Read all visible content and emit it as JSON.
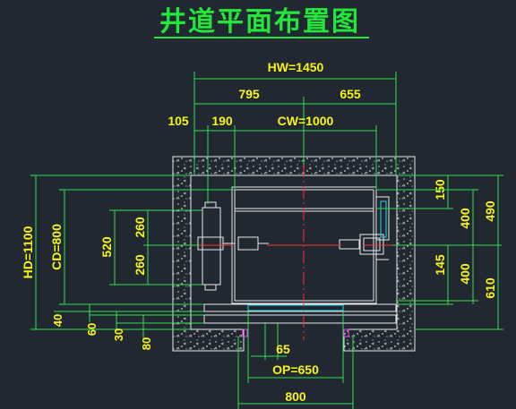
{
  "title": "井道平面布置图",
  "dims": {
    "hw": "HW=1450",
    "left_part": "795",
    "right_part": "655",
    "d105": "105",
    "d190": "190",
    "cw": "CW=1000",
    "hd": "HD=1100",
    "cd": "CD=800",
    "d520": "520",
    "d260_top": "260",
    "d260_bot": "260",
    "d40": "40",
    "d60": "60",
    "d30": "30",
    "d80": "80",
    "d150": "150",
    "d400_top": "400",
    "d490": "490",
    "d145": "145",
    "d400_bot": "400",
    "d610": "610",
    "d65": "65",
    "op": "OP=650",
    "d800": "800"
  },
  "colors": {
    "background": "#222831",
    "dimension_lines": "#2ee04a",
    "dimension_text": "#f5f51a",
    "title": "#22e63a",
    "walls": "#e8e8e8",
    "centerlines": "#ff3030"
  }
}
